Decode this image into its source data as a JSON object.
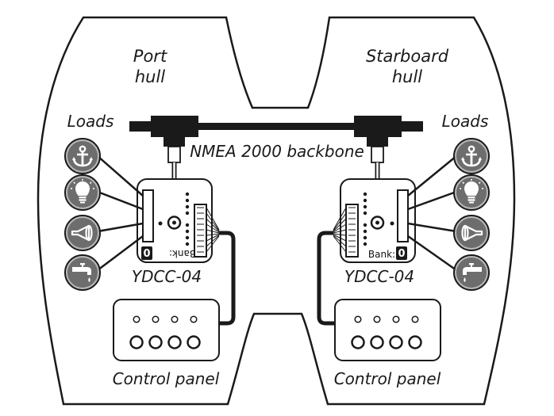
{
  "labels": {
    "port_hull_line1": "Port",
    "port_hull_line2": "hull",
    "starboard_hull_line1": "Starboard",
    "starboard_hull_line2": "hull",
    "loads_left": "Loads",
    "loads_right": "Loads",
    "backbone": "NMEA 2000 backbone",
    "device_left": "YDCC-04",
    "device_right": "YDCC-04",
    "bank_left": "Bank:",
    "bank_right": "Bank:",
    "bank_left_value": "0",
    "bank_right_value": "0",
    "panel_left": "Control panel",
    "panel_right": "Control panel"
  },
  "loads": [
    {
      "icon": "anchor-icon"
    },
    {
      "icon": "light-bulb-icon"
    },
    {
      "icon": "horn-icon"
    },
    {
      "icon": "water-tap-icon"
    }
  ],
  "colors": {
    "outline": "#1a1a1a",
    "icon_fill": "#6d6d6d",
    "icon_ring": "#b8b8b8"
  }
}
